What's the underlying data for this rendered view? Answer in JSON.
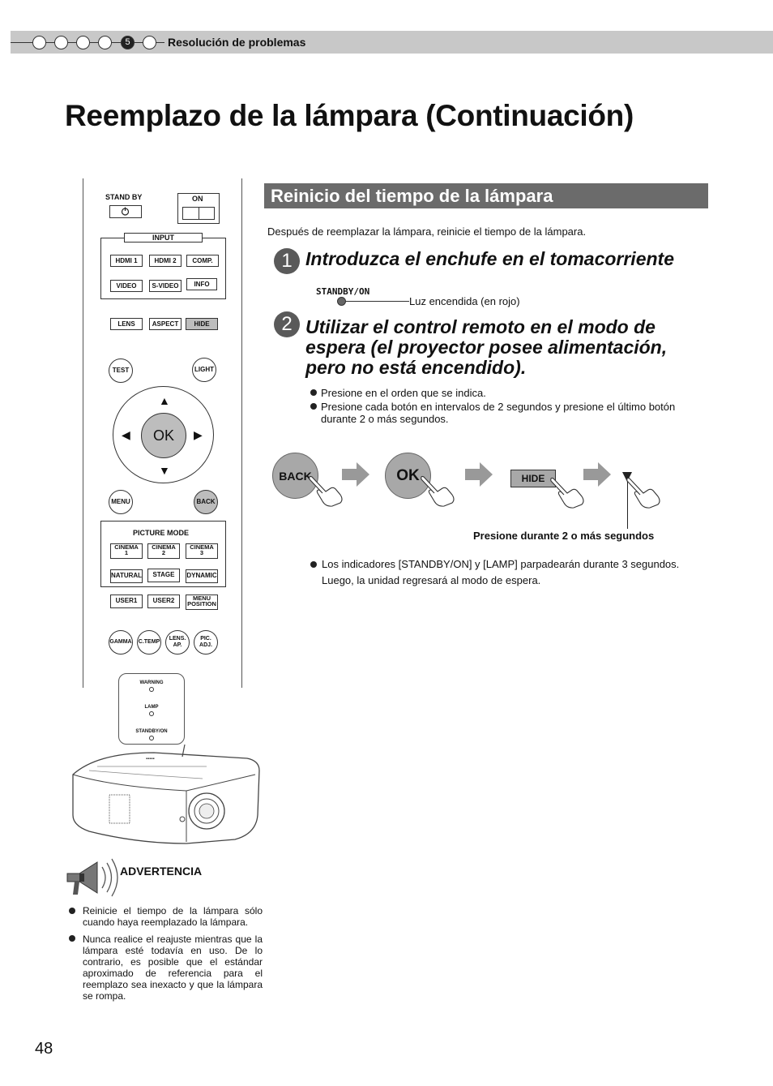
{
  "header": {
    "chapter_number": "5",
    "section": "Resolución de problemas"
  },
  "title": "Reemplazo de la lámpara (Continuación)",
  "remote": {
    "standby_label": "STAND BY",
    "on_label": "ON",
    "input_label": "INPUT",
    "input_buttons": [
      "HDMI 1",
      "HDMI 2",
      "COMP.",
      "VIDEO",
      "S-VIDEO",
      "INFO"
    ],
    "row3": [
      "LENS",
      "ASPECT",
      "HIDE"
    ],
    "test": "TEST",
    "light": "LIGHT",
    "ok": "OK",
    "menu": "MENU",
    "back": "BACK",
    "picture_mode_label": "PICTURE MODE",
    "pm_row1": [
      [
        "CINEMA",
        "1"
      ],
      [
        "CINEMA",
        "2"
      ],
      [
        "CINEMA",
        "3"
      ]
    ],
    "pm_row2": [
      "NATURAL",
      "STAGE",
      "DYNAMIC"
    ],
    "pm_row3": [
      "USER1",
      "USER2"
    ],
    "menu_position": [
      "MENU",
      "POSITION"
    ],
    "bottom_round": [
      "GAMMA",
      "C.TEMP"
    ],
    "lens_ap": [
      "LENS.",
      "AP."
    ],
    "pic_adj": [
      "PIC.",
      "ADJ."
    ]
  },
  "indicators": {
    "warning": "WARNING",
    "lamp": "LAMP",
    "standby_on": "STANDBY/ON"
  },
  "warning": {
    "title": "ADVERTENCIA",
    "items": [
      "Reinicie el tiempo de la lámpara sólo cuando haya reemplazado la lámpara.",
      "Nunca realice el reajuste mientras que la lámpara esté todavía en uso. De lo contrario, es posible que el estándar aproximado de referencia para el reemplazo sea inexacto y que la lámpara se rompa."
    ]
  },
  "page_number": "48",
  "section": {
    "heading": "Reinicio del tiempo de la lámpara",
    "intro": "Después de reemplazar la lámpara, reinicie el tiempo de la lámpara.",
    "step1": {
      "number": "1",
      "title": "Introduzca el enchufe en el tomacorriente",
      "standby_label": "STANDBY/ON",
      "led_text": "Luz encendida (en rojo)"
    },
    "step2": {
      "number": "2",
      "title_lines": [
        "Utilizar el control remoto en el modo de",
        "espera (el proyector posee alimentación,",
        "pero no está encendido)."
      ],
      "bullets": [
        "Presione en el orden que se indica.",
        "Presione cada botón en intervalos de 2 segundos y presione el último botón durante 2 o más segundos."
      ],
      "sequence": [
        "BACK",
        "OK",
        "HIDE"
      ],
      "hold_text": "Presione durante 2 o más segundos",
      "note_lines": [
        "Los indicadores [STANDBY/ON] y [LAMP] parpadearán durante 3 segundos.",
        "Luego, la unidad regresará al modo de espera."
      ]
    }
  },
  "colors": {
    "header_bar": "#c8c8c8",
    "section_bar": "#6b6b6b",
    "button_gray": "#a8a8a8"
  }
}
